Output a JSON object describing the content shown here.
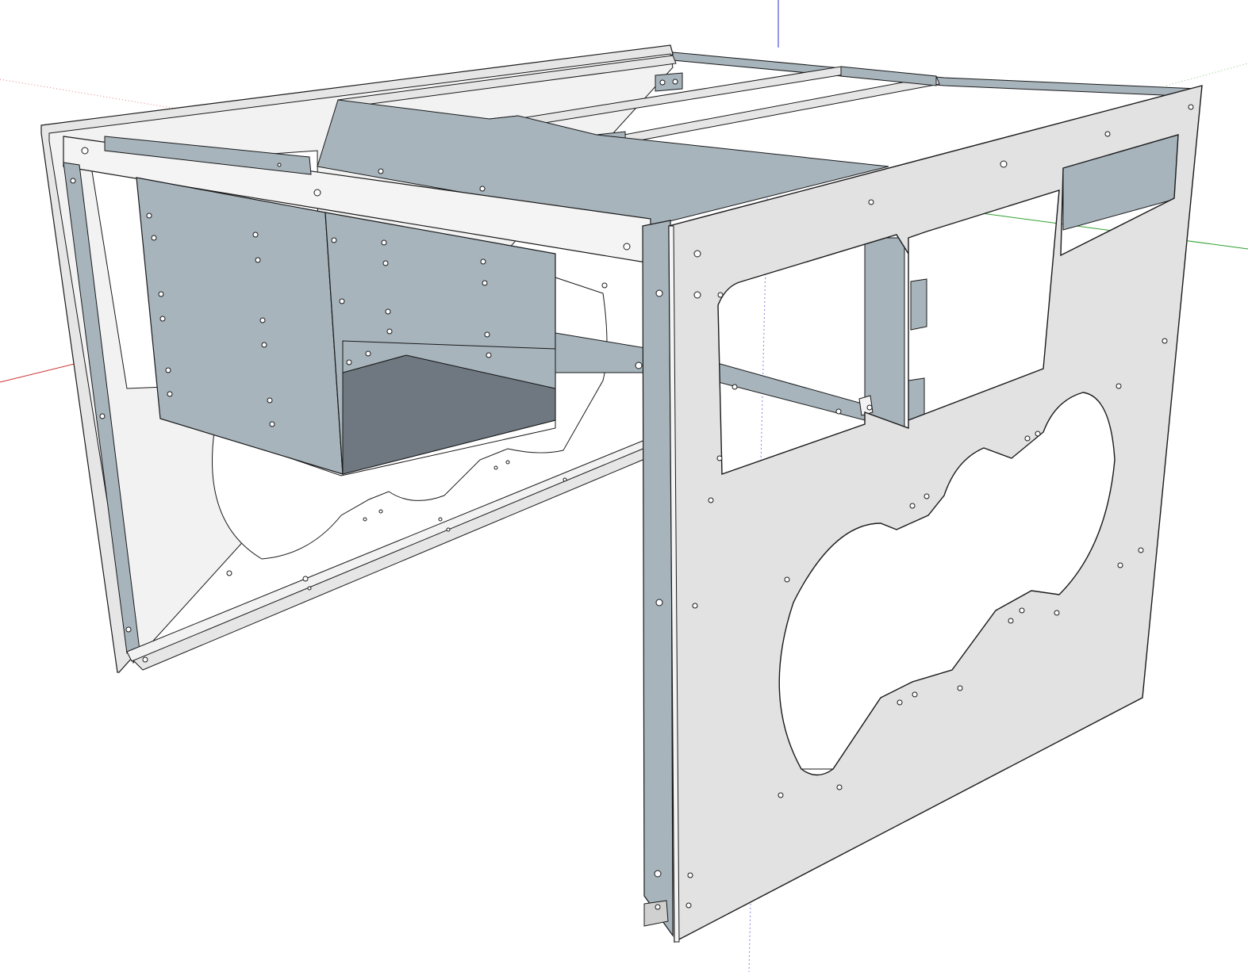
{
  "viewport": {
    "background": "#ffffff",
    "axes": {
      "red": "#d03030",
      "green": "#2fa02f",
      "blue": "#3030d0"
    }
  },
  "colors": {
    "panel_light": "#e2e2e2",
    "panel_light_edge": "#f2f2f2",
    "panel_blue": "#a7b4bc",
    "panel_blue_dark": "#8f9ba3",
    "panel_shadow": "#6f7880",
    "outline": "#1a1a1a",
    "hole_fill": "#ffffff"
  },
  "model": {
    "name_icon": "rack-chassis-model",
    "front_panel_holes": 34,
    "rear_panel_holes": 16,
    "box_holes": 22
  }
}
